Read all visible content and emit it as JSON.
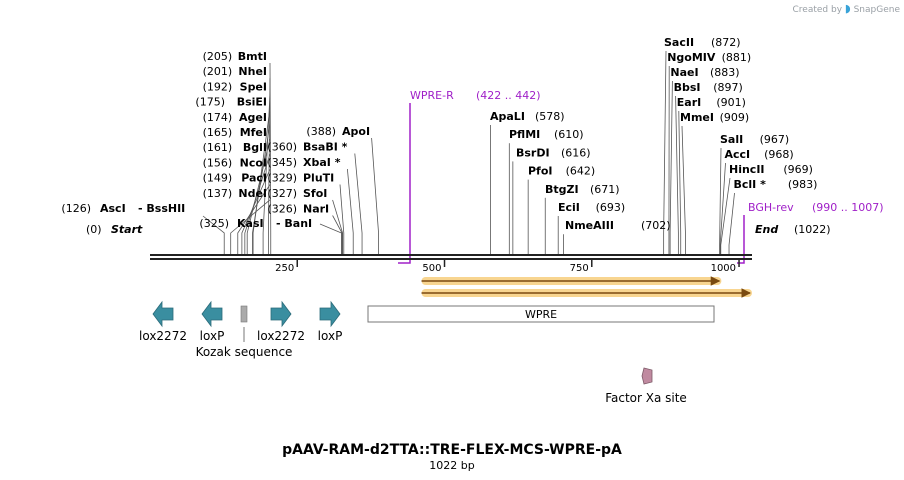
{
  "watermark": {
    "created_by": "Created by",
    "brand": "SnapGene",
    "logo_icon": "snapgene-logo-icon"
  },
  "title": "pAAV-RAM-d2TTA::TRE-FLEX-MCS-WPRE-pA",
  "subtitle": "1022 bp",
  "sequence_length": 1022,
  "colors": {
    "backbone": "#222222",
    "enzyme_label": "#000000",
    "primer": "#a020c8",
    "loxp_feature": "#3a8ea0",
    "misc_feature": "#aaaaaa",
    "orf_fill": "#f5c76b",
    "orf_line": "#7a4a10",
    "factor_xa": "#c08aa0"
  },
  "ticks": [
    "250",
    "500",
    "750",
    "1000"
  ],
  "tick_positions": [
    250,
    500,
    750,
    1000
  ],
  "end_labels": {
    "start": {
      "name": "Start",
      "pos": "(0)",
      "at": 0
    },
    "end": {
      "name": "End",
      "pos": "(1022)",
      "at": 1022
    }
  },
  "enzymes_left": [
    {
      "name": "BmtI",
      "pos": "(205)",
      "at": 205
    },
    {
      "name": "NheI",
      "pos": "(201)",
      "at": 201
    },
    {
      "name": "SpeI",
      "pos": "(192)",
      "at": 192
    },
    {
      "name": "BsiEI",
      "pos": "(175)",
      "at": 175
    },
    {
      "name": "AgeI",
      "pos": "(174)",
      "at": 174
    },
    {
      "name": "MfeI",
      "pos": "(165)",
      "at": 165
    },
    {
      "name": "BglI",
      "pos": "(161)",
      "at": 161
    },
    {
      "name": "NcoI",
      "pos": "(156)",
      "at": 156
    },
    {
      "name": "PacI",
      "pos": "(149)",
      "at": 149
    },
    {
      "name": "NdeI",
      "pos": "(137)",
      "at": 137
    },
    {
      "name": "AscI",
      "name2": "BssHII",
      "pos": "(126)",
      "at": 126
    }
  ],
  "enzymes_mid": [
    {
      "name": "ApoI",
      "pos": "(388)",
      "at": 388
    },
    {
      "name": "BsaBI *",
      "pos": "(360)",
      "at": 360
    },
    {
      "name": "XbaI *",
      "pos": "(345)",
      "at": 345
    },
    {
      "name": "PluTI",
      "pos": "(329)",
      "at": 329
    },
    {
      "name": "SfoI",
      "pos": "(327)",
      "at": 327
    },
    {
      "name": "NarI",
      "pos": "(326)",
      "at": 326
    },
    {
      "name": "KasI",
      "name2": "BanI",
      "pos": "(325)",
      "at": 325
    }
  ],
  "enzymes_center": [
    {
      "name": "ApaLI",
      "pos": "(578)",
      "at": 578
    },
    {
      "name": "PflMI",
      "pos": "(610)",
      "at": 610
    },
    {
      "name": "BsrDI",
      "pos": "(616)",
      "at": 616
    },
    {
      "name": "PfoI",
      "pos": "(642)",
      "at": 642
    },
    {
      "name": "BtgZI",
      "pos": "(671)",
      "at": 671
    },
    {
      "name": "EciI",
      "pos": "(693)",
      "at": 693
    },
    {
      "name": "NmeAIII",
      "pos": "(702)",
      "at": 702
    }
  ],
  "enzymes_right_top": [
    {
      "name": "SacII",
      "pos": "(872)",
      "at": 872
    },
    {
      "name": "NgoMIV",
      "pos": "(881)",
      "at": 881
    },
    {
      "name": "NaeI",
      "pos": "(883)",
      "at": 883
    },
    {
      "name": "BbsI",
      "pos": "(897)",
      "at": 897
    },
    {
      "name": "EarI",
      "pos": "(901)",
      "at": 901
    },
    {
      "name": "MmeI",
      "pos": "(909)",
      "at": 909
    }
  ],
  "enzymes_right_bottom": [
    {
      "name": "SalI",
      "pos": "(967)",
      "at": 967
    },
    {
      "name": "AccI",
      "pos": "(968)",
      "at": 968
    },
    {
      "name": "HincII",
      "pos": "(969)",
      "at": 969
    },
    {
      "name": "BclI *",
      "pos": "(983)",
      "at": 983
    }
  ],
  "primers": [
    {
      "name": "WPRE-R",
      "range": "(422 .. 442)",
      "at": 442,
      "dir": "reverse"
    },
    {
      "name": "BGH-rev",
      "range": "(990 .. 1007)",
      "at": 990,
      "dir": "reverse"
    }
  ],
  "orfs": [
    {
      "start": 461,
      "end": 970,
      "dir": "forward"
    },
    {
      "start": 461,
      "end": 1022,
      "dir": "forward"
    }
  ],
  "features": [
    {
      "name": "lox2272",
      "at": 25,
      "dir": "reverse",
      "kind": "lox"
    },
    {
      "name": "loxP",
      "at": 100,
      "dir": "reverse",
      "kind": "lox"
    },
    {
      "name": "Kozak sequence",
      "at": 141,
      "dir": "none",
      "kind": "misc"
    },
    {
      "name": "lox2272",
      "at": 195,
      "dir": "forward",
      "kind": "lox"
    },
    {
      "name": "loxP",
      "at": 275,
      "dir": "forward",
      "kind": "lox"
    },
    {
      "name": "WPRE",
      "start": 370,
      "end": 963,
      "kind": "box"
    },
    {
      "name": "Factor Xa site",
      "at": 852,
      "dir": "none",
      "kind": "factor"
    }
  ]
}
